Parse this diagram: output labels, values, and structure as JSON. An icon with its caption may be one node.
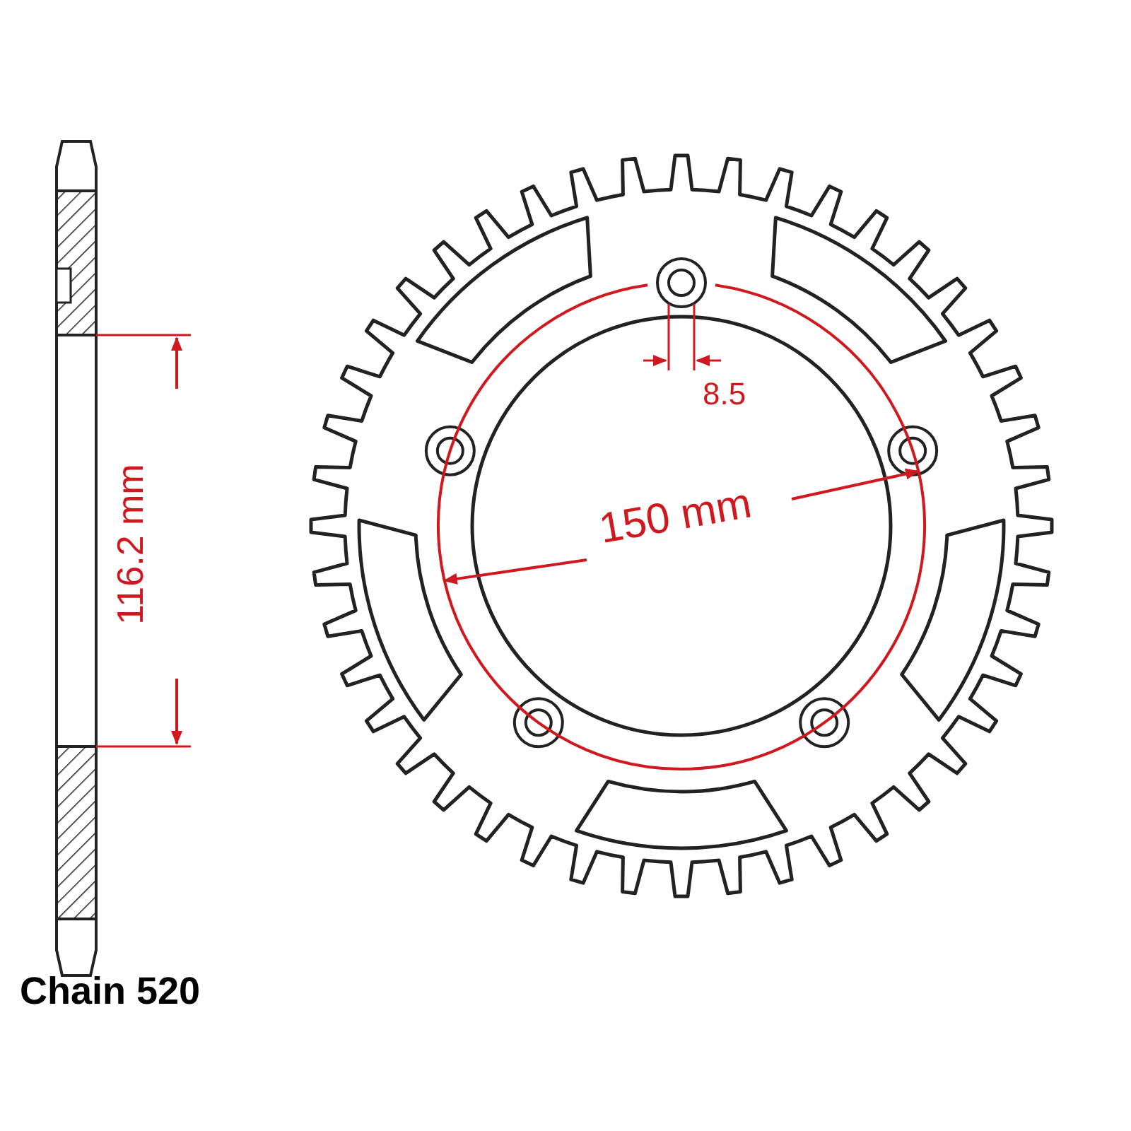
{
  "diagram": {
    "labels": [
      "116.2 mm",
      "8.5",
      "150 mm",
      "Chain 520"
    ]
  }
}
